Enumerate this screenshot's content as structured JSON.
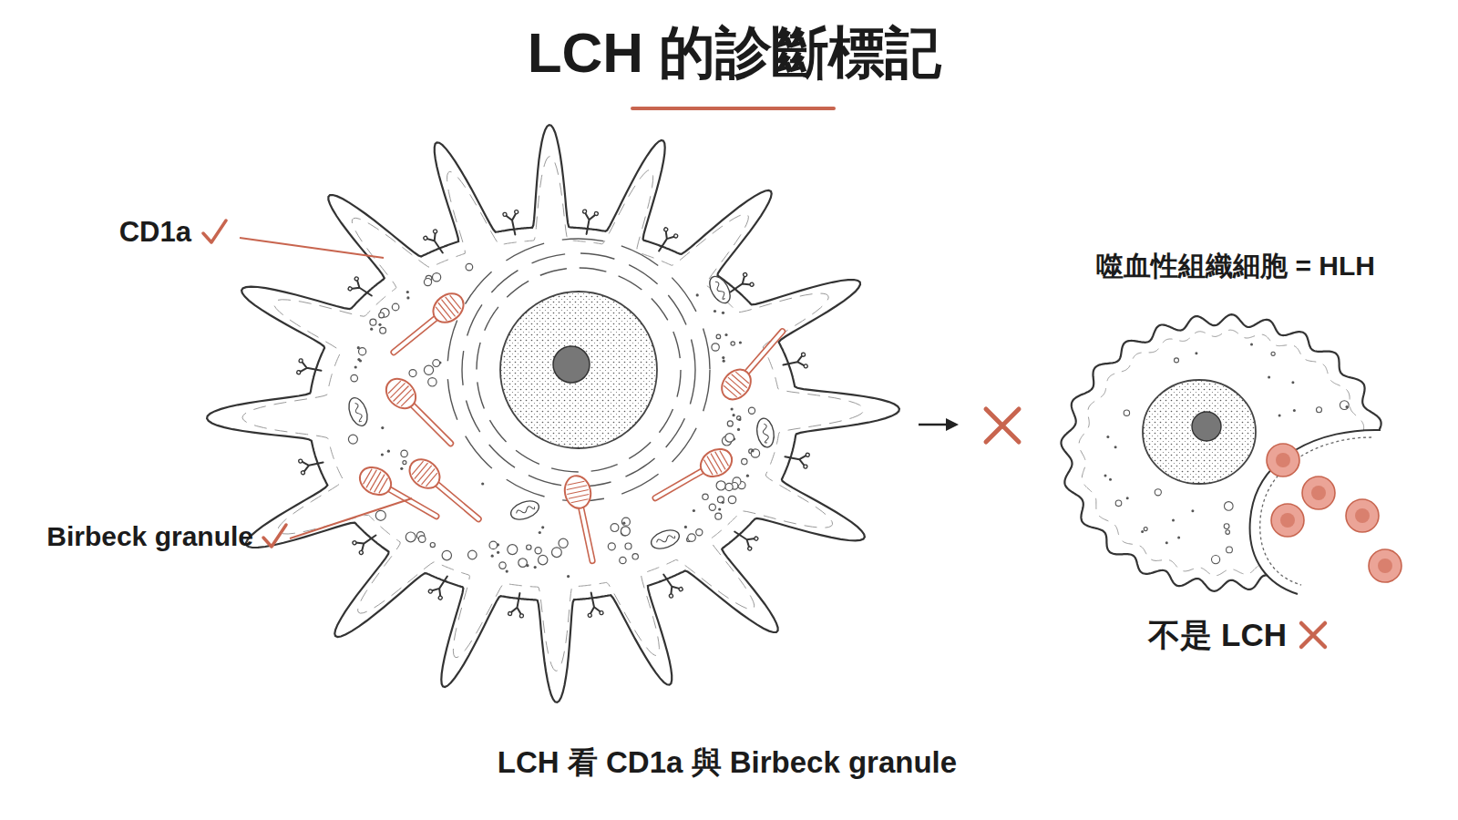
{
  "diagram": {
    "title": "LCH 的診斷標記",
    "caption": "LCH 看 CD1a 與 Birbeck granule",
    "labels": [
      "CD1a",
      "Birbeck granule",
      "噬血性組織細胞 = HLH",
      "不是 LCH"
    ]
  }
}
